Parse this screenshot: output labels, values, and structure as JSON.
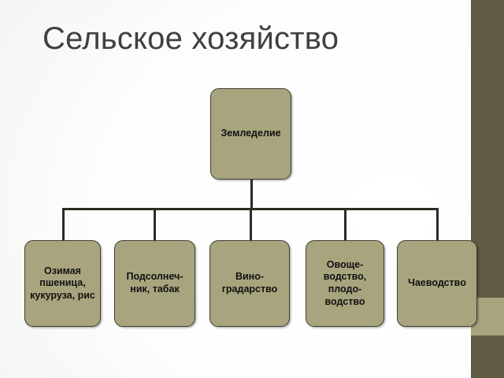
{
  "slide": {
    "title": "Сельское хозяйство",
    "background_color": "#ffffff",
    "accent_dark": "#605c43",
    "accent_light": "#a8a57e",
    "node_fill": "#a8a57e",
    "node_border": "#3d3d33",
    "connector_color": "#2b2b23",
    "title_color": "#404040"
  },
  "diagram": {
    "type": "org-chart",
    "root": {
      "label": "Земледелие"
    },
    "children": [
      {
        "label": "Озимая пшеница, кукуруза, рис"
      },
      {
        "label": "Подсолнеч-ник, табак"
      },
      {
        "label": "Вино-градарство"
      },
      {
        "label": "Овоще-водство, плодо-водство"
      },
      {
        "label": "Чаеводство"
      }
    ]
  }
}
